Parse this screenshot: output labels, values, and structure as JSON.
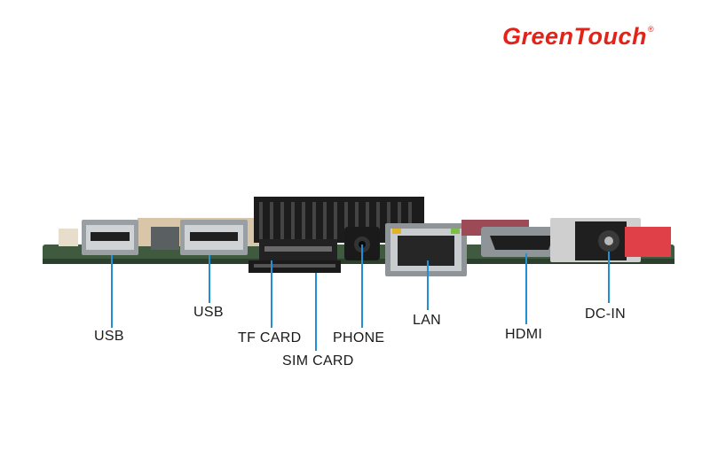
{
  "brand": {
    "name": "GreenTouch",
    "trademark": "®",
    "color": "#e2231a"
  },
  "callout_color": "#1f8fd6",
  "labels": {
    "usb_1": "USB",
    "usb_2": "USB",
    "tf_card": "TF CARD",
    "sim_card": "SIM CARD",
    "phone": "PHONE",
    "lan": "LAN",
    "hdmi": "HDMI",
    "dc_in": "DC-IN"
  }
}
